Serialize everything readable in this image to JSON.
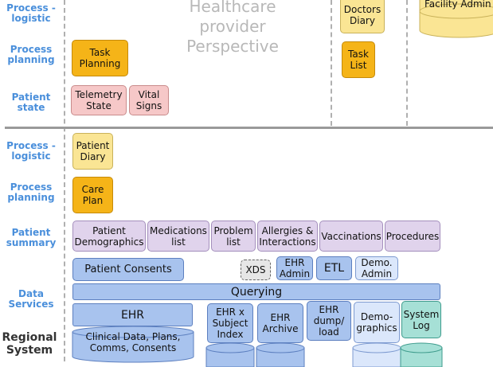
{
  "top": {
    "watermark": [
      "Healthcare",
      "provider",
      "Perspective"
    ],
    "labels": {
      "process_logistic": [
        "Process -",
        "logistic"
      ],
      "process_planning": [
        "Process",
        "planning"
      ],
      "patient_state": [
        "Patient",
        "state"
      ]
    },
    "task_planning": [
      "Task",
      "Planning"
    ],
    "telemetry_state": [
      "Telemetry",
      "State"
    ],
    "vital_signs": [
      "Vital",
      "Signs"
    ],
    "doctors_diary": [
      "Doctors",
      "Diary"
    ],
    "task_list": [
      "Task",
      "List"
    ],
    "facility_admin": "Facility Admin"
  },
  "bottom": {
    "labels": {
      "process_logistic": [
        "Process -",
        "logistic"
      ],
      "process_planning": [
        "Process",
        "planning"
      ],
      "patient_summary": [
        "Patient",
        "summary"
      ],
      "data_services": [
        "Data",
        "Services"
      ],
      "regional_system": [
        "Regional",
        "System"
      ]
    },
    "patient_diary": [
      "Patient",
      "Diary"
    ],
    "care_plan": [
      "Care",
      "Plan"
    ],
    "summary_items": [
      [
        "Patient",
        "Demographics"
      ],
      [
        "Medications",
        "list"
      ],
      [
        "Problem",
        "list"
      ],
      [
        "Allergies &",
        "Interactions"
      ],
      [
        "Vaccinations"
      ],
      [
        "Procedures"
      ]
    ],
    "patient_consents": "Patient Consents",
    "xds": "XDS",
    "ehr_admin": [
      "EHR",
      "Admin"
    ],
    "etl": "ETL",
    "demo_admin": [
      "Demo.",
      "Admin"
    ],
    "querying": "Querying",
    "ehr": "EHR",
    "clinical_data": [
      "Clinical Data, Plans,",
      "Comms, Consents"
    ],
    "ehr_subject_index": [
      "EHR x",
      "Subject",
      "Index"
    ],
    "ehr_archive": [
      "EHR",
      "Archive"
    ],
    "ehr_dump_load": [
      "EHR",
      "dump/",
      "load"
    ],
    "demographics": [
      "Demo-",
      "graphics"
    ],
    "system_log": [
      "System",
      "Log"
    ]
  },
  "colors": {
    "label_blue": "#4a8fdb",
    "orange": "#f5b418",
    "yellow": "#fae594",
    "pink": "#f6c8c8",
    "purple": "#e0d3ec",
    "blue": "#a8c3ee",
    "light_blue": "#dbe7fb",
    "teal": "#a6e0d6"
  }
}
